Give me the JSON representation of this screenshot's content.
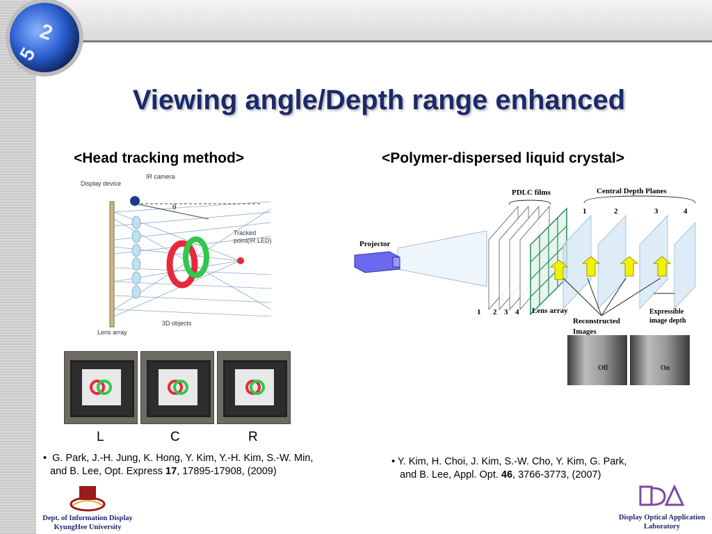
{
  "title": "Viewing angle/Depth range enhanced",
  "left": {
    "heading": "<Head tracking method>",
    "diagram_labels": {
      "display_device": "Display device",
      "ir_camera": "IR camera",
      "theta": "θ",
      "tracked_point_1": "Tracked",
      "tracked_point_2": "point(IR LED)",
      "objects": "3D objects",
      "lens_array": "Lens array"
    },
    "photo_labels": [
      "L",
      "C",
      "R"
    ],
    "reference": {
      "line1": "G. Park, J.-H. Jung, K. Hong, Y. Kim, Y.-H. Kim, S.-W. Min,",
      "line2_pre": "and B. Lee, Opt. Express ",
      "volume": "17",
      "line2_post": ", 17895-17908, (2009)"
    }
  },
  "right": {
    "heading": "<Polymer-dispersed liquid crystal>",
    "diagram_labels": {
      "projector": "Projector",
      "pdlc_films": "PDLC films",
      "central_depth_planes": "Central Depth Planes",
      "plane_numbers": [
        "1",
        "2",
        "3",
        "4"
      ],
      "film_numbers": [
        "1",
        "2",
        "3",
        "4"
      ],
      "lens_array": "Lens array",
      "reconstructed_1": "Reconstructed",
      "reconstructed_2": "Images",
      "expressible_1": "Expressible",
      "expressible_2": "image depth",
      "off": "Off",
      "on": "On"
    },
    "reference": {
      "line1": "Y. Kim, H. Choi, J. Kim, S.-W. Cho, Y. Kim, G. Park,",
      "line2_pre": "and B. Lee, Appl. Opt. ",
      "volume": "46",
      "line2_post": ", 3766-3773, (2007)"
    }
  },
  "footer": {
    "left_line1": "Dept. of Information Display",
    "left_line2": "KyungHee University",
    "right_line1": "Display Optical Application",
    "right_line2": "Laboratory"
  },
  "logo": {
    "k1": "2",
    "k2": "5"
  },
  "colors": {
    "title": "#1a2a6a",
    "red_ring": "#e8283c",
    "green_ring": "#2ec84a",
    "arrow": "#f2f200",
    "grid": "#1f8a5a"
  }
}
